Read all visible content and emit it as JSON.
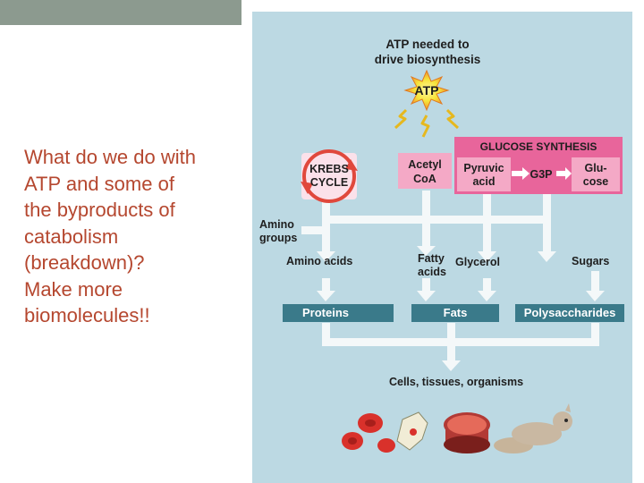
{
  "slide": {
    "text_lines": [
      "What do we do with",
      "ATP and some of",
      "the byproducts of",
      "catabolism",
      "(breakdown)?",
      "Make more",
      "biomolecules!!"
    ],
    "text_color": "#b5472f",
    "accent_bar_color": "#8c9a8f"
  },
  "diagram": {
    "title_line1": "ATP needed to",
    "title_line2": "drive biosynthesis",
    "atp_label": "ATP",
    "krebs_line1": "KREBS",
    "krebs_line2": "CYCLE",
    "acetyl_line1": "Acetyl",
    "acetyl_line2": "CoA",
    "glucose_synthesis_title": "GLUCOSE SYNTHESIS",
    "pyruvic_line1": "Pyruvic",
    "pyruvic_line2": "acid",
    "g3p": "G3P",
    "glucose_line1": "Glu-",
    "glucose_line2": "cose",
    "amino_groups_line1": "Amino",
    "amino_groups_line2": "groups",
    "amino_acids": "Amino acids",
    "fatty_acids_line1": "Fatty",
    "fatty_acids_line2": "acids",
    "glycerol": "Glycerol",
    "sugars": "Sugars",
    "proteins": "Proteins",
    "fats": "Fats",
    "polysaccharides": "Polysaccharides",
    "cells_tissues": "Cells, tissues, organisms",
    "colors": {
      "panel_bg": "#bcd9e3",
      "arrow_white": "#f4f8f9",
      "magenta_panel": "#e8659b",
      "magenta_box": "#f4a9c6",
      "krebs_box": "#fbe1ea",
      "teal_box": "#3a7a8a",
      "atp_yellow": "#f6e43a",
      "atp_orange": "#f0922a",
      "cell_red": "#d9312b"
    }
  }
}
